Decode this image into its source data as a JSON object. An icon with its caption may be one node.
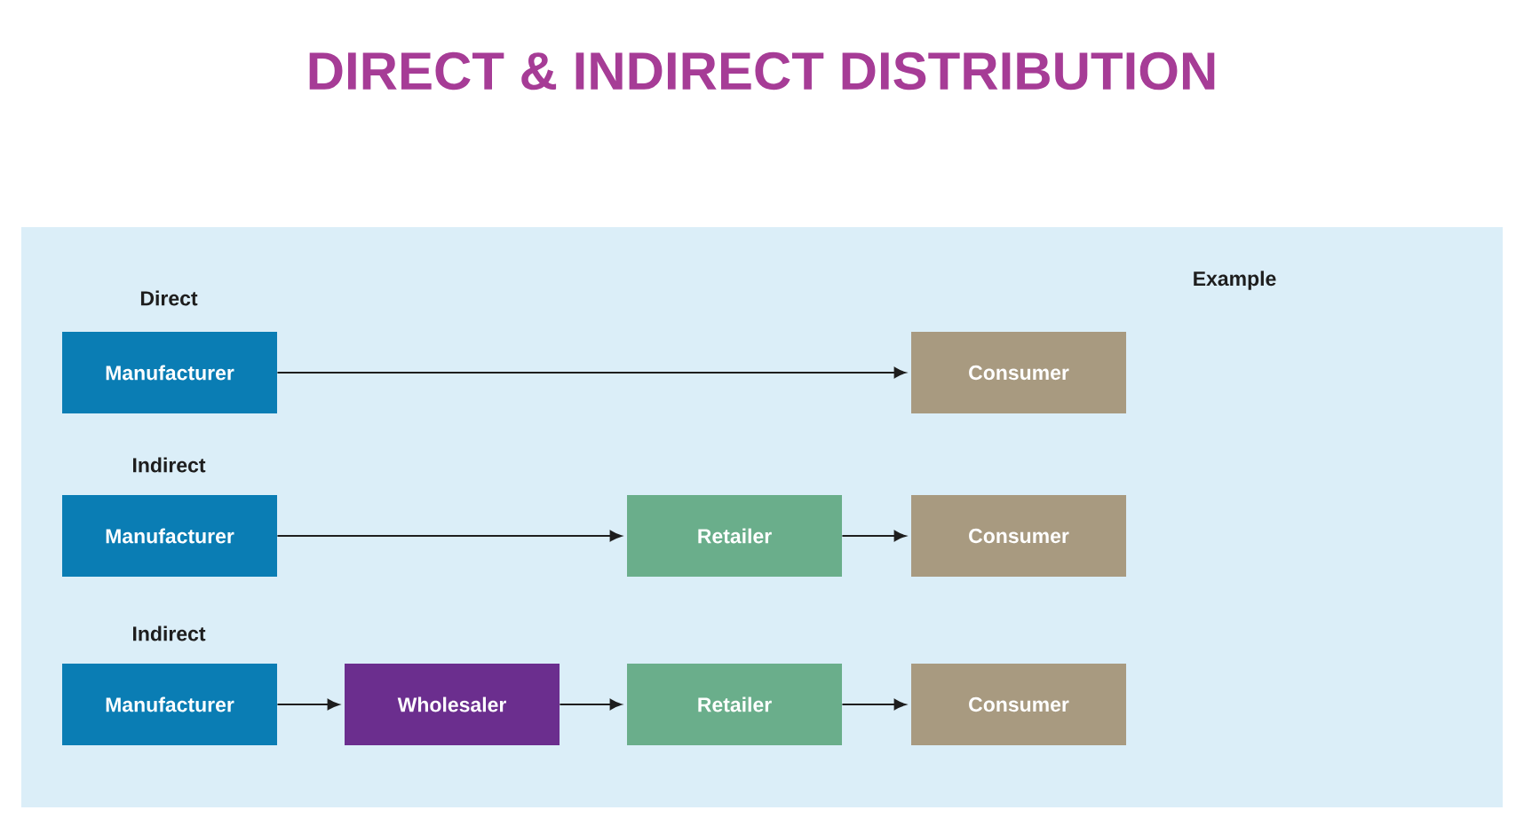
{
  "diagram": {
    "title": "DIRECT & INDIRECT DISTRIBUTION",
    "nodes": [
      {
        "text": [
          "Manufacturer"
        ]
      },
      {
        "text": [
          "Consumer"
        ]
      },
      {
        "text": [
          "Manufacturer"
        ]
      },
      {
        "text": [
          "Retailer"
        ]
      },
      {
        "text": [
          "Consumer"
        ]
      },
      {
        "text": [
          "Manufacturer"
        ]
      },
      {
        "text": [
          "Wholesaler"
        ]
      },
      {
        "text": [
          "Retailer"
        ]
      },
      {
        "text": [
          "Consumer"
        ]
      }
    ],
    "edges": [
      {
        "from": 0,
        "to": 1,
        "arrow": "to"
      },
      {
        "from": 2,
        "to": 3,
        "arrow": "to"
      },
      {
        "from": 3,
        "to": 4,
        "arrow": "to"
      },
      {
        "from": 5,
        "to": 6,
        "arrow": "to"
      },
      {
        "from": 6,
        "to": 7,
        "arrow": "to"
      },
      {
        "from": 7,
        "to": 8,
        "arrow": "to"
      }
    ],
    "labels": [
      "Direct",
      "Indirect",
      "Indirect",
      "Example"
    ]
  }
}
